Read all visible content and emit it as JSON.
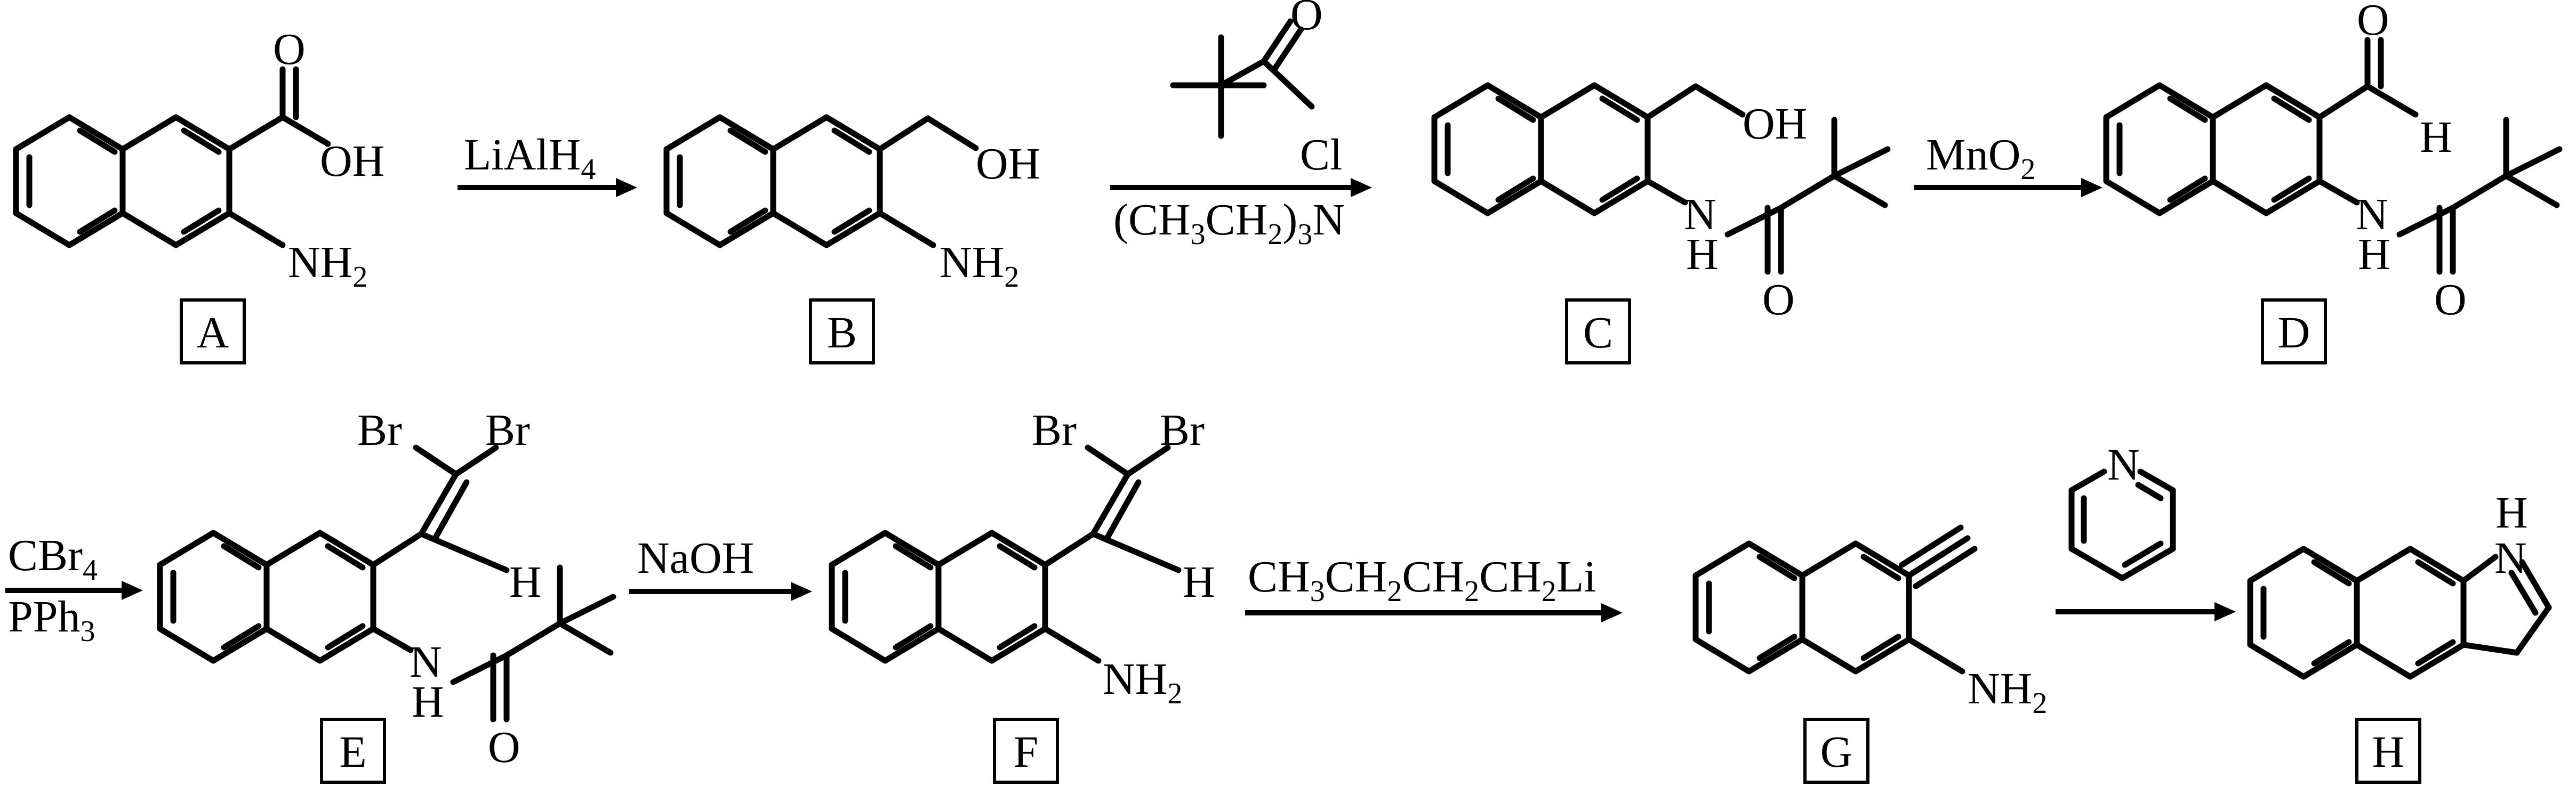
{
  "compounds": [
    {
      "id": "A",
      "label": "A"
    },
    {
      "id": "B",
      "label": "B"
    },
    {
      "id": "C",
      "label": "C"
    },
    {
      "id": "D",
      "label": "D"
    },
    {
      "id": "E",
      "label": "E"
    },
    {
      "id": "F",
      "label": "F"
    },
    {
      "id": "G",
      "label": "G"
    },
    {
      "id": "H",
      "label": "H"
    }
  ],
  "atoms": {
    "O": "O",
    "OH": "OH",
    "N": "N",
    "H": "H",
    "NH": "NH",
    "NH2": "NH",
    "sub2": "2",
    "Cl": "Cl",
    "Br": "Br"
  },
  "reagents": {
    "step1": {
      "main": "LiAlH",
      "sub": "4"
    },
    "step2_below": {
      "p1": "(CH",
      "s1": "3",
      "p2": "CH",
      "s2": "2",
      "p3": ")",
      "s3": "3",
      "p4": "N"
    },
    "step3": {
      "main": "MnO",
      "sub": "2"
    },
    "step4_top": {
      "main": "CBr",
      "sub": "4"
    },
    "step4_bottom": {
      "main": "PPh",
      "sub": "3"
    },
    "step5": "NaOH",
    "step6": {
      "p1": "CH",
      "s1": "3",
      "p2": "CH",
      "s2": "2",
      "p3": "CH",
      "s3": "2",
      "p4": "CH",
      "s4": "2",
      "p5": "Li"
    }
  }
}
